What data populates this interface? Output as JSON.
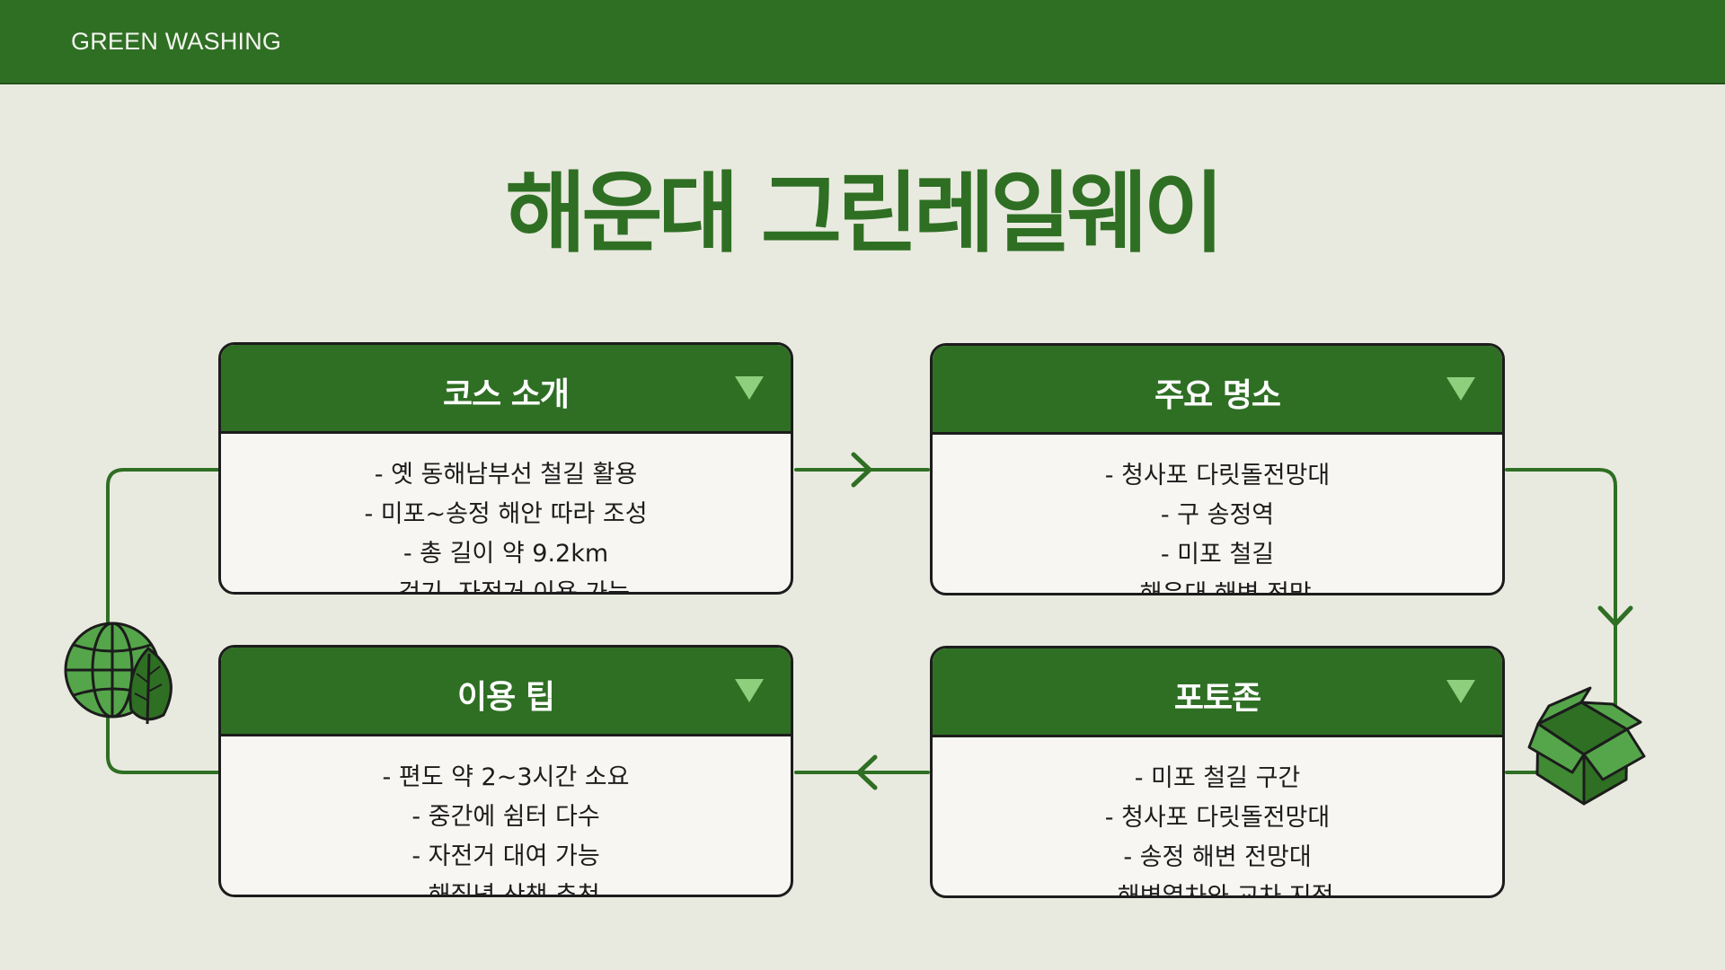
{
  "header": {
    "brand": "GREEN WASHING"
  },
  "title": "해운대 그린레일웨이",
  "cards": [
    {
      "title": "코스 소개",
      "items": [
        "- 옛 동해남부선 철길 활용",
        "- 미포~송정 해안 따라 조성",
        "- 총 길이 약 9.2km",
        "- 걷기, 자전거 이용 가능"
      ]
    },
    {
      "title": "주요 명소",
      "items": [
        "- 청사포 다릿돌전망대",
        "- 구 송정역",
        "- 미포 철길",
        "- 해운대 해변 전망"
      ]
    },
    {
      "title": "이용 팁",
      "items": [
        "- 편도 약 2~3시간 소요",
        "- 중간에 쉼터 다수",
        "- 자전거 대여 가능",
        "- 해질녘 산책 추천"
      ]
    },
    {
      "title": "포토존",
      "items": [
        "- 미포 철길 구간",
        "- 청사포 다릿돌전망대",
        "- 송정 해변 전망대",
        "- 해변열차와 교차 지점"
      ]
    }
  ],
  "icons": [
    "globe-leaf-icon",
    "box-icon",
    "expand-triangle-icon",
    "arrow-right-icon",
    "arrow-down-icon",
    "arrow-left-icon"
  ],
  "colors": {
    "primary_green": "#2f6f24",
    "background": "#e9eadf",
    "accent_triangle": "#8dcf7c",
    "card_body": "#f7f6f2"
  }
}
